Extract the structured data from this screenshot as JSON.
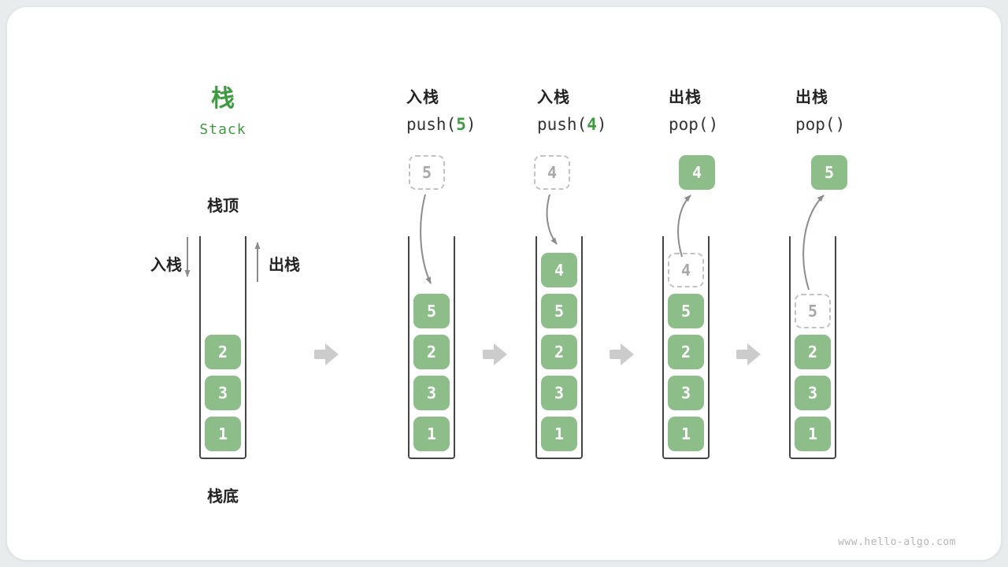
{
  "watermark": "www.hello-algo.com",
  "title": {
    "zh": "栈",
    "en": "Stack"
  },
  "annotations": {
    "stack_top": "栈顶",
    "stack_bottom": "栈底",
    "push": "入栈",
    "pop": "出栈"
  },
  "colors": {
    "box_green": "#8dbe8a",
    "title_green": "#3f9b41",
    "dashed_border": "#c3c3c3",
    "dashed_text": "#a8a8a8",
    "curve_arrow_gray": "#8c8c8c",
    "step_arrow_gray": "#cccccc",
    "container_wall": "#454545",
    "text_dark": "#232323"
  },
  "steps": [
    {
      "name": "initial",
      "header": null,
      "floating": null,
      "boxes": [
        {
          "v": "1"
        },
        {
          "v": "3"
        },
        {
          "v": "2"
        }
      ]
    },
    {
      "name": "push-5",
      "header": {
        "op": "入栈",
        "fn": "push(",
        "arg": "5",
        "close": ")"
      },
      "floating": {
        "v": "5",
        "style": "dashed"
      },
      "boxes": [
        {
          "v": "1"
        },
        {
          "v": "3"
        },
        {
          "v": "2"
        },
        {
          "v": "5"
        }
      ]
    },
    {
      "name": "push-4",
      "header": {
        "op": "入栈",
        "fn": "push(",
        "arg": "4",
        "close": ")"
      },
      "floating": {
        "v": "4",
        "style": "dashed"
      },
      "boxes": [
        {
          "v": "1"
        },
        {
          "v": "3"
        },
        {
          "v": "2"
        },
        {
          "v": "5"
        },
        {
          "v": "4"
        }
      ]
    },
    {
      "name": "pop-4",
      "header": {
        "op": "出栈",
        "fn": "pop(",
        "arg": "",
        "close": ")"
      },
      "floating": {
        "v": "4",
        "style": "solid"
      },
      "boxes": [
        {
          "v": "1"
        },
        {
          "v": "3"
        },
        {
          "v": "2"
        },
        {
          "v": "5"
        },
        {
          "v": "4",
          "style": "dashed"
        }
      ]
    },
    {
      "name": "pop-5",
      "header": {
        "op": "出栈",
        "fn": "pop(",
        "arg": "",
        "close": ")"
      },
      "floating": {
        "v": "5",
        "style": "solid"
      },
      "boxes": [
        {
          "v": "1"
        },
        {
          "v": "3"
        },
        {
          "v": "2"
        },
        {
          "v": "5",
          "style": "dashed"
        }
      ]
    }
  ]
}
